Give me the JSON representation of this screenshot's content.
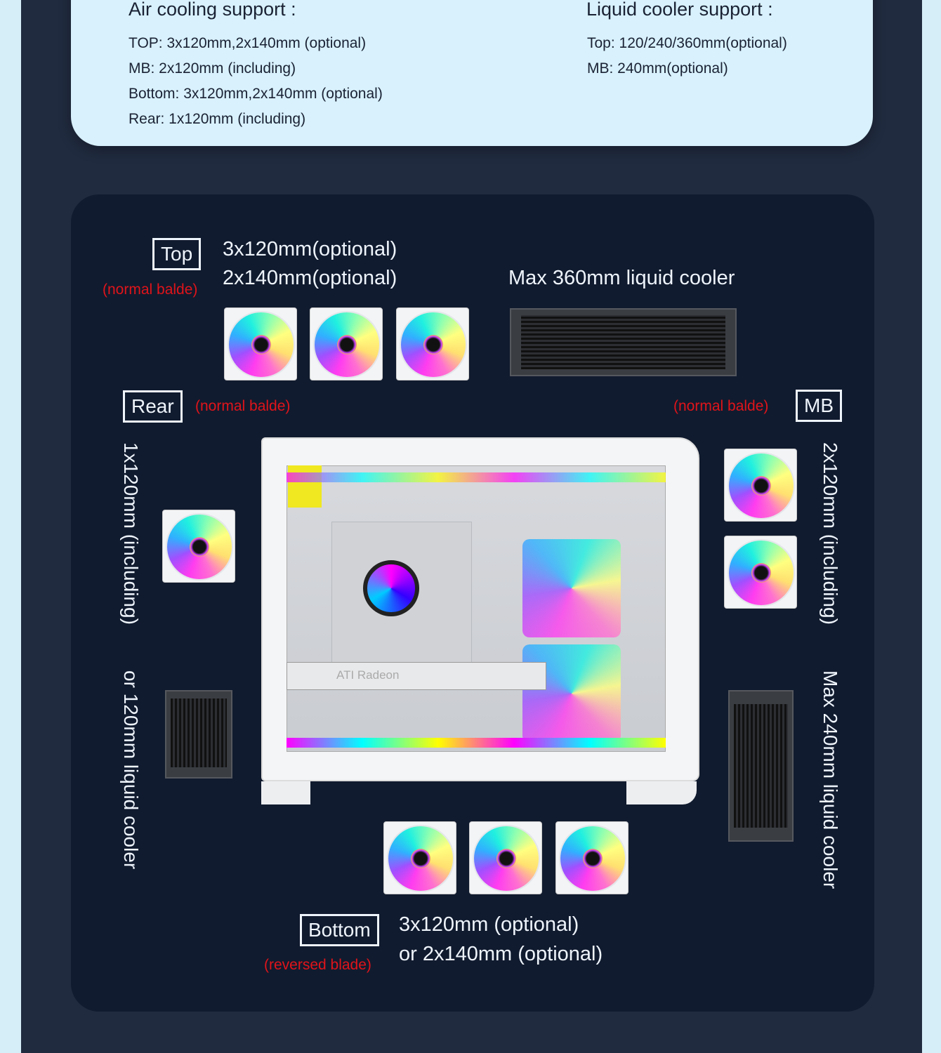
{
  "air": {
    "title": "Air cooling support :",
    "lines": [
      "TOP: 3x120mm,2x140mm (optional)",
      "MB: 2x120mm (including)",
      "Bottom: 3x120mm,2x140mm (optional)",
      "Rear: 1x120mm (including)"
    ]
  },
  "liquid": {
    "title": "Liquid cooler support :",
    "lines": [
      "Top: 120/240/360mm(optional)",
      "MB: 240mm(optional)"
    ]
  },
  "diagram": {
    "top": {
      "label": "Top",
      "note": "(normal balde)",
      "line1": "3x120mm(optional)",
      "line2": "2x140mm(optional)",
      "radiator": "Max 360mm liquid cooler"
    },
    "rear": {
      "label": "Rear",
      "note": "(normal balde)",
      "fan": "1x120mm (including)",
      "radiator": "or 120mm liquid cooler"
    },
    "mb": {
      "label": "MB",
      "note": "(normal balde)",
      "fan": "2x120mm (including)",
      "radiator": "Max 240mm liquid cooler"
    },
    "bottom": {
      "label": "Bottom",
      "note": "(reversed blade)",
      "line1": "3x120mm (optional)",
      "line2": "or 2x140mm (optional)"
    },
    "gpu_text": "ATI Radeon"
  }
}
